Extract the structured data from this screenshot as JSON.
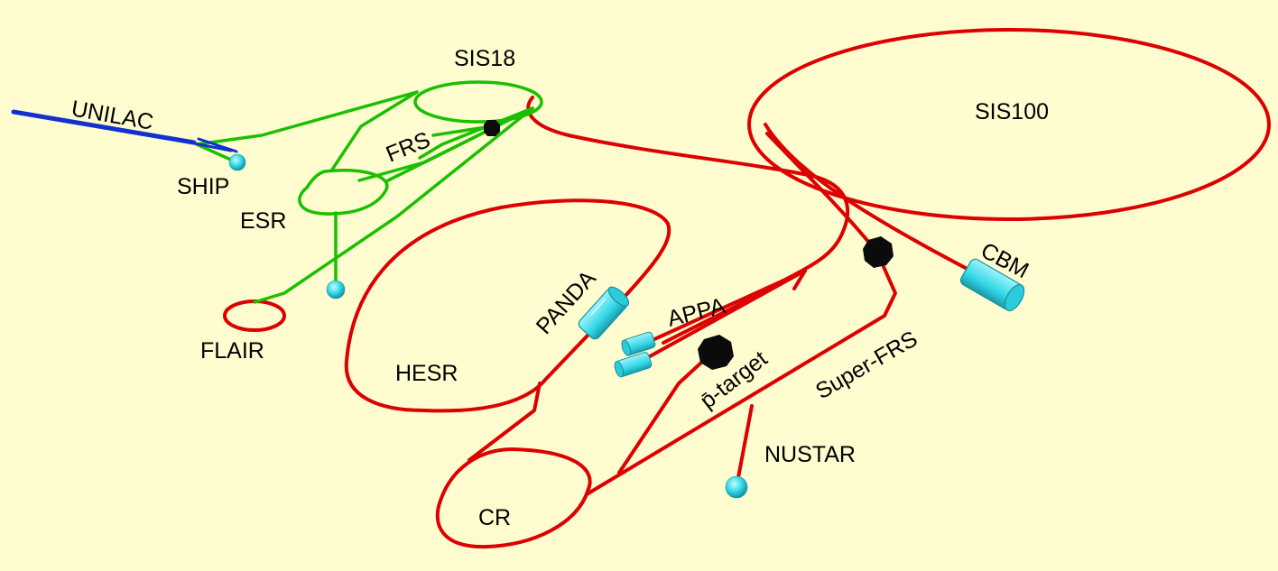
{
  "colors": {
    "background": "#fffcd0",
    "existing_beamline": "#19c000",
    "new_beamline": "#dd0000",
    "linac": "#1030d0",
    "experiment_station": "#33d8e8",
    "target_station": "#0b0b0b"
  },
  "labels": {
    "unilac": "UNILAC",
    "sis18": "SIS18",
    "ship": "SHIP",
    "frs": "FRS",
    "esr": "ESR",
    "flair": "FLAIR",
    "sis100": "SIS100",
    "hesr": "HESR",
    "panda": "PANDA",
    "appa": "APPA",
    "pbar_target": "p̄-target",
    "cbm": "CBM",
    "super_frs": "Super-FRS",
    "nustar": "NUSTAR",
    "cr": "CR"
  },
  "icons": {
    "ship_sphere": "sphere-icon",
    "esr_sphere": "sphere-icon",
    "nustar_sphere": "sphere-icon",
    "frs_target": "octagon-icon",
    "super_frs_target": "octagon-icon",
    "pbar_target": "octagon-icon",
    "cbm_cylinder": "cylinder-icon",
    "panda_cylinder": "cylinder-icon",
    "appa_cylinders": "cylinder-icon"
  }
}
